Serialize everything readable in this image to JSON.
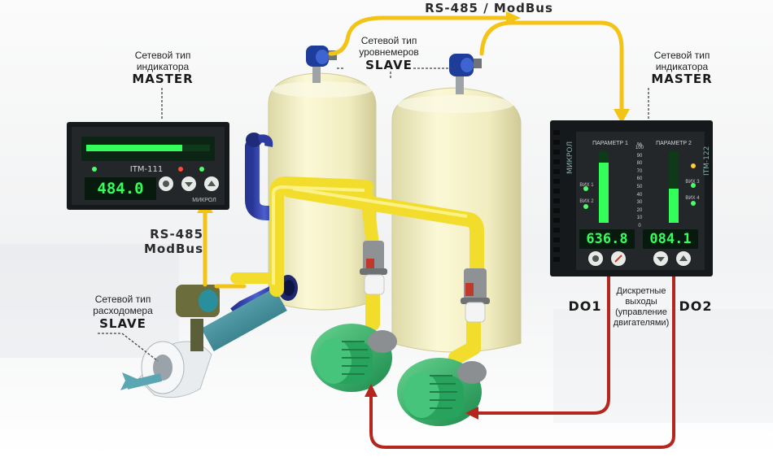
{
  "top_bus": {
    "label": "RS-485 / ModBus"
  },
  "left_indicator": {
    "caption_line1": "Сетевой тип",
    "caption_line2": "индикатора",
    "role": "MASTER",
    "model": "ITM-111",
    "display_value": "484.0",
    "brand": "МИКРОЛ"
  },
  "level_meters": {
    "caption_line1": "Сетевой тип",
    "caption_line2": "уровнемеров",
    "role": "SLAVE"
  },
  "right_indicator": {
    "caption_line1": "Сетевой тип",
    "caption_line2": "индикатора",
    "role": "MASTER",
    "model": "ITM-122",
    "param1_label": "ПАРАМЕТР 1",
    "param2_label": "ПАРАМЕТР 2",
    "display1_value": "636.8",
    "display2_value": "084.1",
    "scale_unit": "%",
    "scale_ticks": [
      "100",
      "90",
      "80",
      "70",
      "60",
      "50",
      "40",
      "30",
      "20",
      "10",
      "0"
    ],
    "out1_label": "ВИХ 1",
    "out2_label": "ВИХ 2",
    "out3_label": "ВИХ 3",
    "out4_label": "ВИХ 4",
    "brand": "МИКРОЛ"
  },
  "left_bus": {
    "line1": "RS-485",
    "line2": "ModBus"
  },
  "flowmeter": {
    "caption_line1": "Сетевой тип",
    "caption_line2": "расходомера",
    "role": "SLAVE"
  },
  "discrete_outputs": {
    "do1": "DO1",
    "do2": "DO2",
    "note_line1": "Дискретные",
    "note_line2": "выходы",
    "note_line3": "(управление",
    "note_line4": "двигателями)"
  },
  "colors": {
    "bus_arrow": "#f3c316",
    "control_arrow": "#b5271c",
    "tank": "#f4f1c6",
    "pipe_yellow": "#f5e23a",
    "pipe_blue": "#3140a8",
    "pump_green": "#2fb36b",
    "display_green": "#34ff5a",
    "panel_black": "#1a1d1f"
  }
}
